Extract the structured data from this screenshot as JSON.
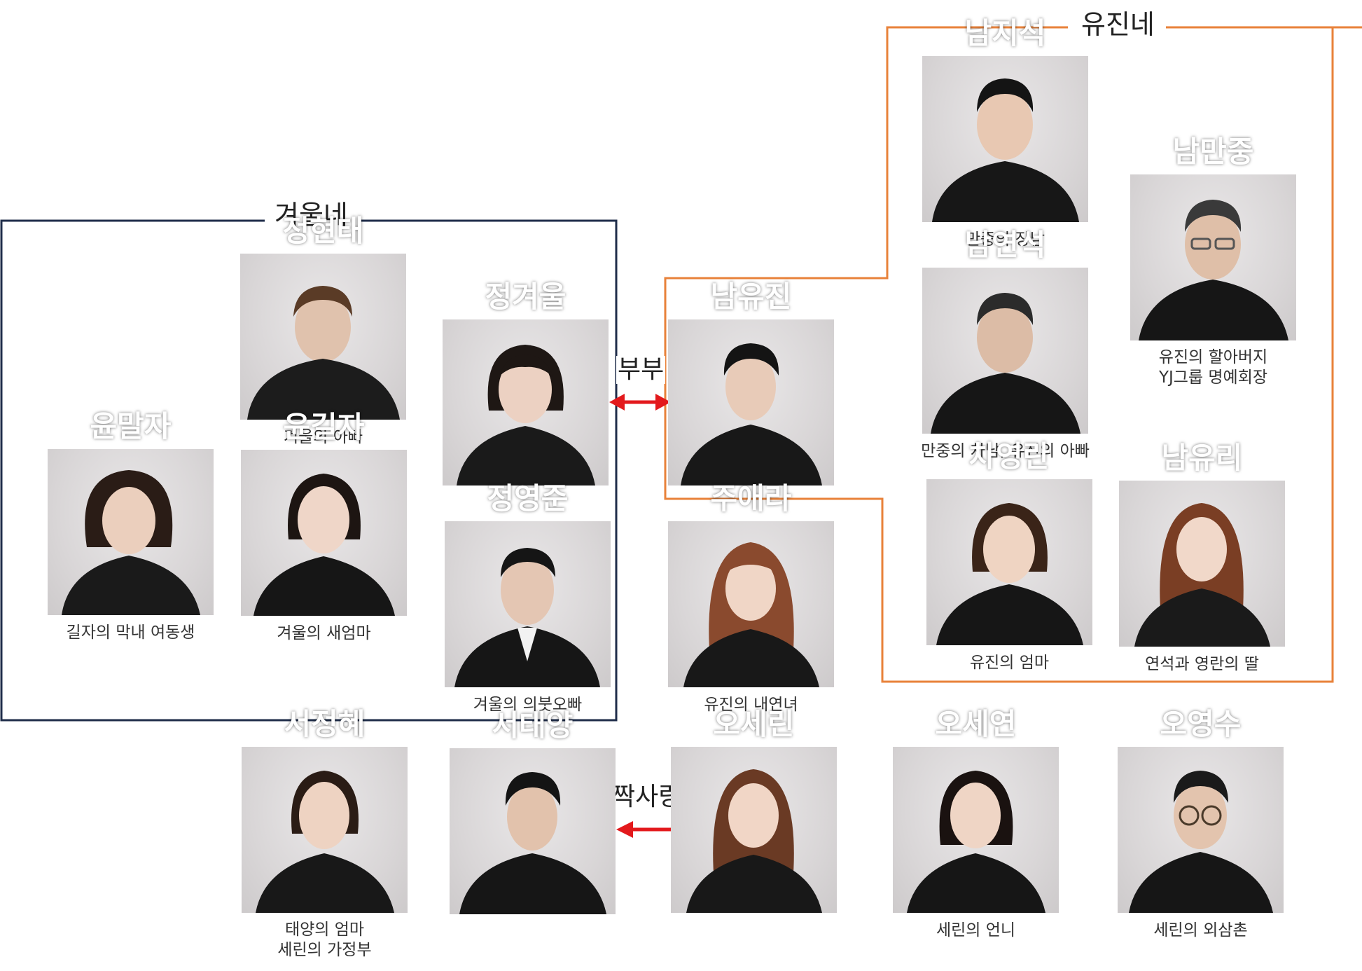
{
  "groups": {
    "winter_family": {
      "label": "겨울네",
      "color": "#1f2d4a"
    },
    "yujin_family": {
      "label": "유진네",
      "color": "#e8823a"
    }
  },
  "relations": {
    "couple": {
      "label": "부부",
      "color": "#e3191c"
    },
    "crush": {
      "label": "짝사랑",
      "color": "#e3191c"
    }
  },
  "characters": {
    "jung_hyuntae": {
      "name": "정현태",
      "role": "겨울의 아빠"
    },
    "jung_gyeoul": {
      "name": "정겨울",
      "role": ""
    },
    "yoon_malja": {
      "name": "윤말자",
      "role": "길자의 막내 여동생"
    },
    "yoon_gilja": {
      "name": "윤길자",
      "role": "겨울의 새엄마"
    },
    "jung_youngjun": {
      "name": "정영준",
      "role": "겨울의 의붓오빠"
    },
    "nam_yujin": {
      "name": "남유진",
      "role": ""
    },
    "joo_aera": {
      "name": "주애라",
      "role": "유진의 내연녀"
    },
    "nam_jiseok": {
      "name": "남지석",
      "role": "만중의 장남"
    },
    "nam_yeonseok": {
      "name": "남연석",
      "role": "만중의 차남, 유진의 아빠"
    },
    "nam_manjung": {
      "name": "남만중",
      "role": "유진의 할아버지",
      "role2": "YJ그룹 명예회장"
    },
    "cha_youngran": {
      "name": "차영란",
      "role": "유진의 엄마"
    },
    "nam_yuri": {
      "name": "남유리",
      "role": "연석과 영란의 딸"
    },
    "seo_junghye": {
      "name": "서정혜",
      "role": "태양의 엄마",
      "role2": "세린의 가정부"
    },
    "seo_taeyang": {
      "name": "서태양",
      "role": ""
    },
    "oh_serin": {
      "name": "오세린",
      "role": ""
    },
    "oh_seyeon": {
      "name": "오세연",
      "role": "세린의 언니"
    },
    "oh_youngsu": {
      "name": "오영수",
      "role": "세린의 외삼촌"
    }
  }
}
